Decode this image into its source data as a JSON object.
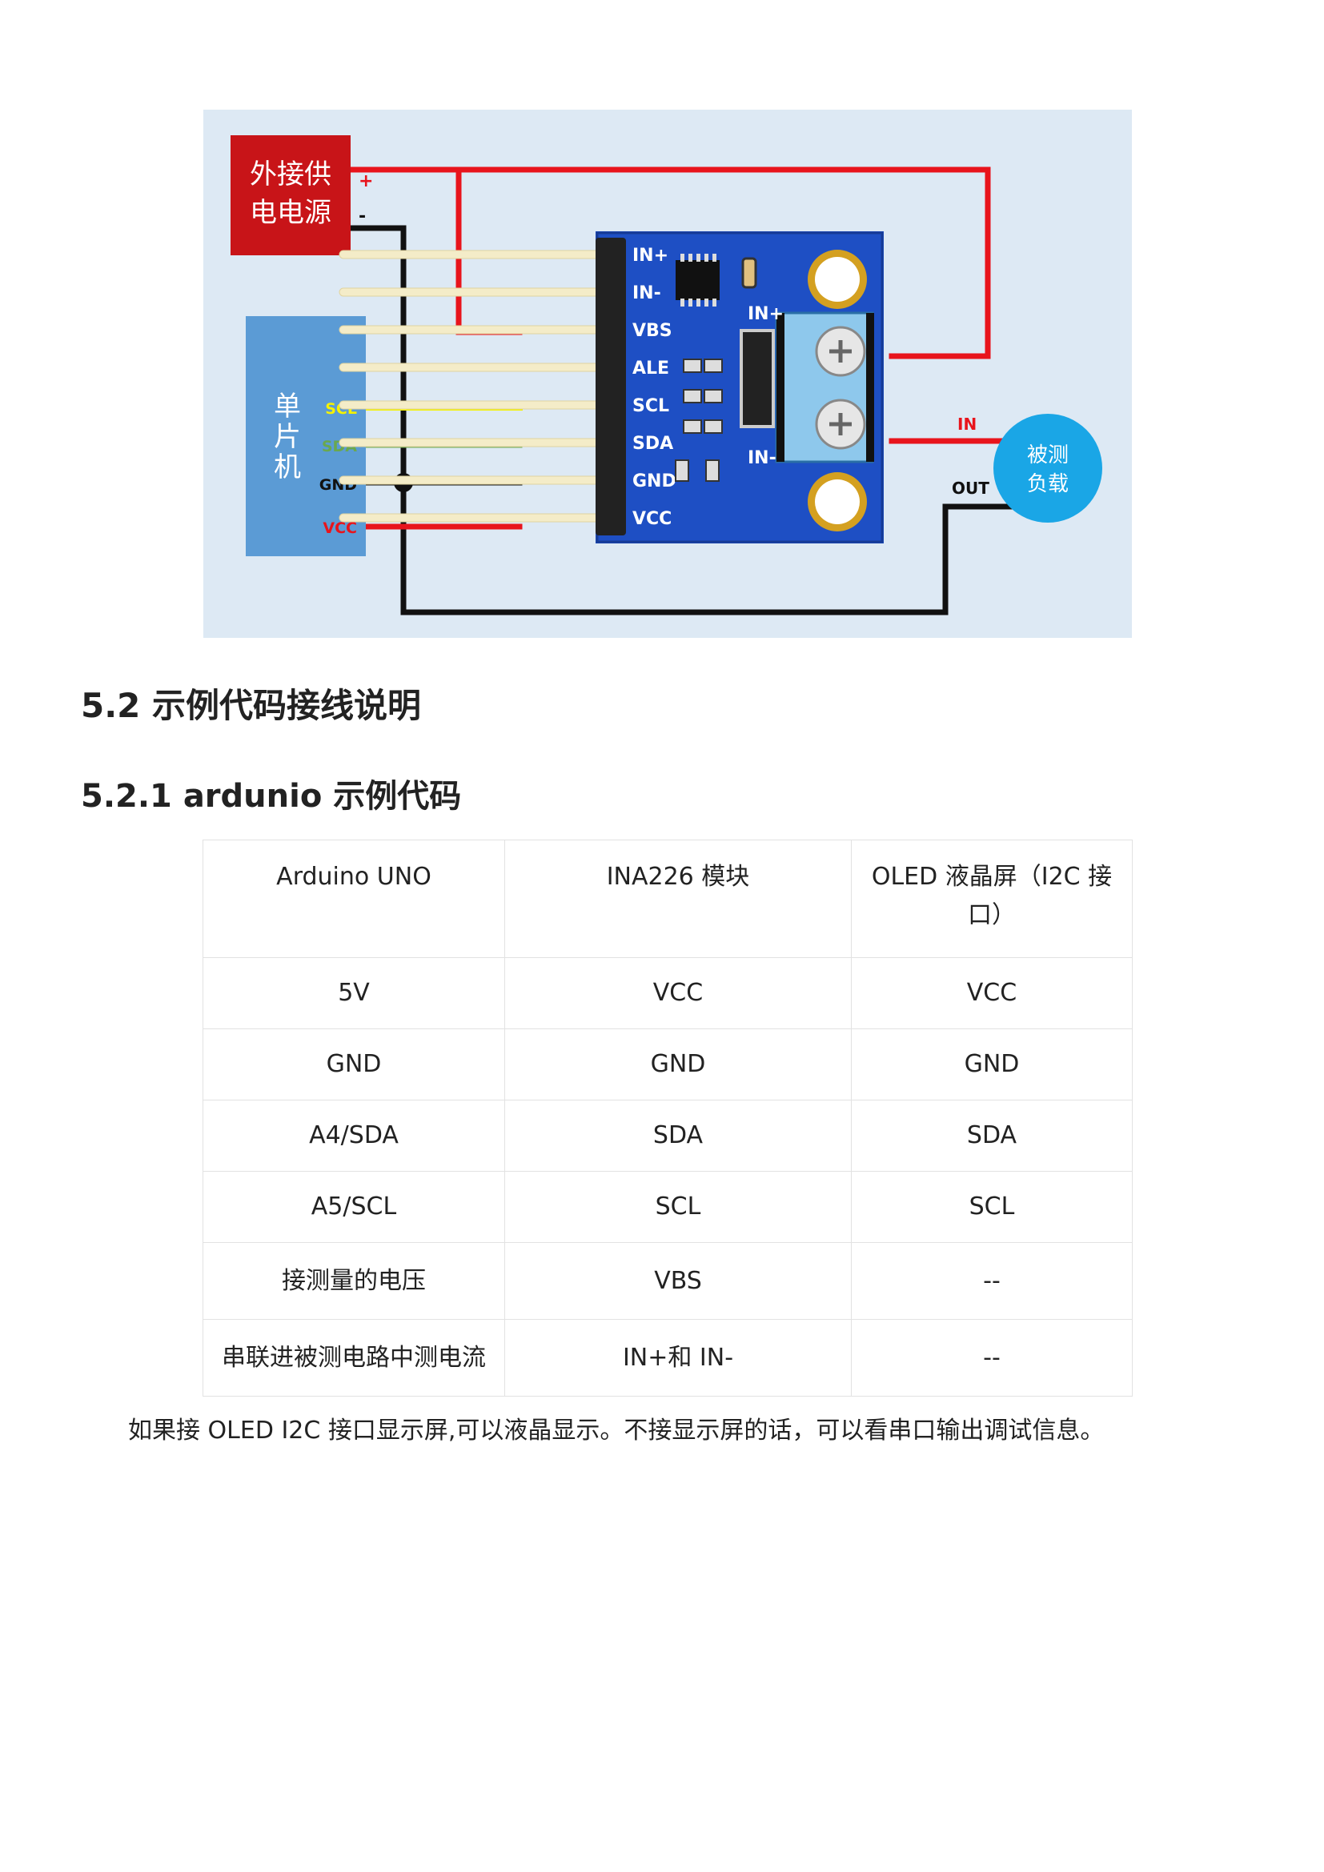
{
  "diagram": {
    "power_label_line1": "外接供",
    "power_label_line2": "电电源",
    "plus": "+",
    "minus": "-",
    "mcu_label": "单片机",
    "mcu_pins": [
      "SCL",
      "SDA",
      "GND",
      "VCC"
    ],
    "module_pins": [
      "IN+",
      "IN-",
      "VBS",
      "ALE",
      "SCL",
      "SDA",
      "GND",
      "VCC"
    ],
    "terminal_in_plus": "IN+",
    "terminal_in_minus": "IN-",
    "load_in": "IN",
    "load_out": "OUT",
    "load_label_line1": "被测",
    "load_label_line2": "负载",
    "colors": {
      "background": "#dde9f4",
      "wire_red": "#e8141c",
      "wire_yellow": "#f5f200",
      "wire_green": "#6aa84f",
      "wire_black": "#111111",
      "board": "#1e4fc4",
      "power_box": "#c81418",
      "mcu_box": "#5b9bd5",
      "load": "#1aa6e6"
    }
  },
  "section": {
    "title": "5.2 示例代码接线说明"
  },
  "subsection": {
    "title": "5.2.1  ardunio 示例代码"
  },
  "table": {
    "headers": [
      "Arduino UNO",
      "INA226 模块",
      "OLED 液晶屏（I2C 接口）"
    ],
    "rows": [
      [
        "5V",
        "VCC",
        "VCC"
      ],
      [
        "GND",
        "GND",
        "GND"
      ],
      [
        "A4/SDA",
        "SDA",
        "SDA"
      ],
      [
        "A5/SCL",
        "SCL",
        "SCL"
      ],
      [
        "接测量的电压",
        "VBS",
        "--"
      ],
      [
        "串联进被测电路中测电流",
        "IN+和 IN-",
        "--"
      ]
    ]
  },
  "note": "如果接 OLED I2C 接口显示屏,可以液晶显示。不接显示屏的话，可以看串口输出调试信息。"
}
